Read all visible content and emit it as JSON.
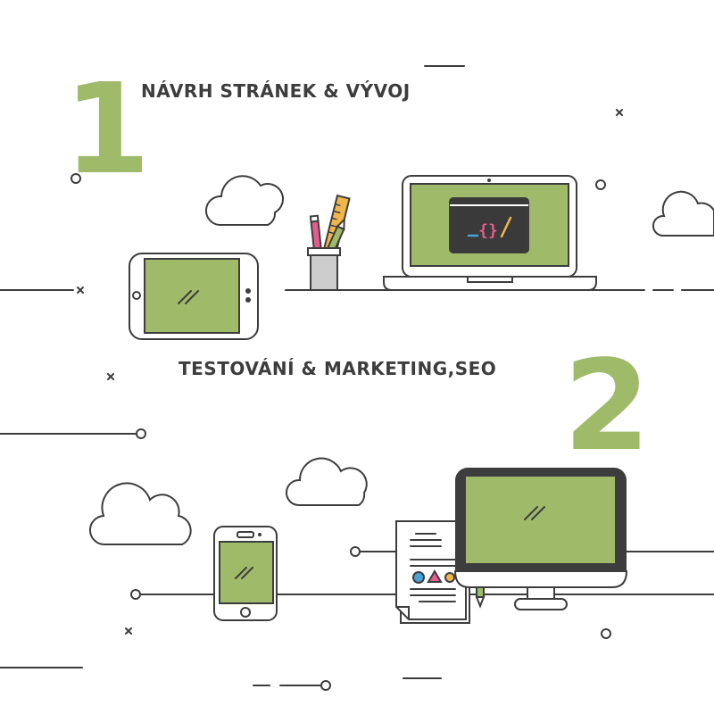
{
  "steps": [
    {
      "number": "1",
      "title": "NÁVRH STRÁNEK & VÝVOJ"
    },
    {
      "number": "2",
      "title": "TESTOVÁNÍ & MARKETING,SEO"
    }
  ],
  "code_snippet": "_{}/",
  "colors": {
    "accent_green": "#9fbb6a",
    "outline": "#3d3d3d",
    "dark_screen": "#3a3a3a",
    "code_brace": "#e35d8f",
    "code_slash": "#f0b64a",
    "code_underscore": "#46a4d8",
    "doc_circle": "#46a4d8",
    "doc_triangle": "#e35d8f",
    "doc_dot": "#f0b64a",
    "ruler": "#f0b64a",
    "pencil_pink": "#e35d8f",
    "pencil_green": "#9fbb6a"
  }
}
